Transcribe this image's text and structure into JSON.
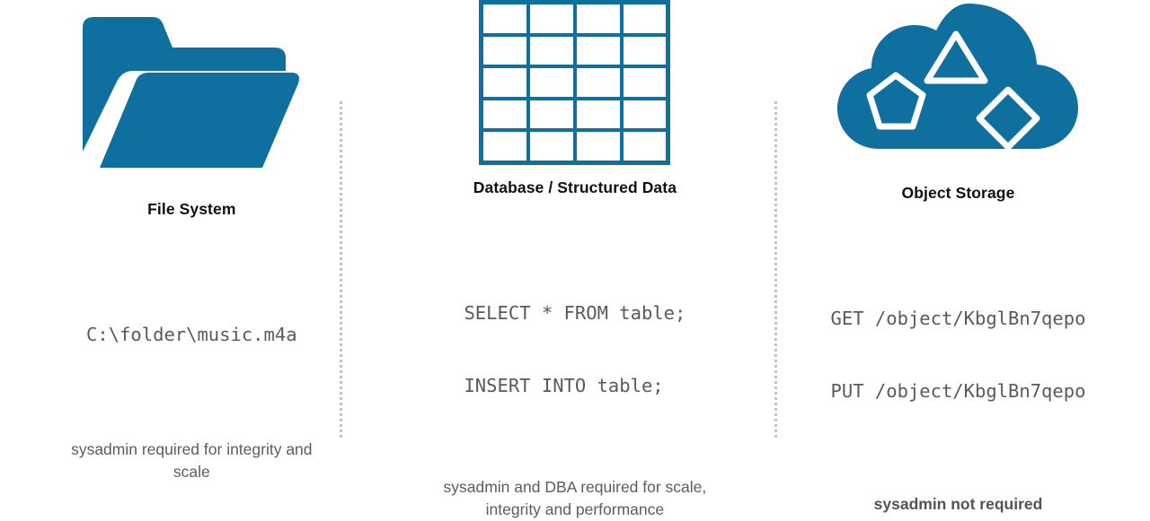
{
  "theme": {
    "accent_color": "#0f6f9e",
    "heading_color": "#101010",
    "body_text_color": "#5c5c5c",
    "code_text_color": "#5a5a5a",
    "divider_color": "#c3c3c3",
    "background_color": "#ffffff"
  },
  "columns": [
    {
      "id": "file-system",
      "icon": "folder-open-icon",
      "heading": "File System",
      "code_lines": [
        "C:\\folder\\music.m4a"
      ],
      "description": "sysadmin required for integrity and scale",
      "description_bold": false
    },
    {
      "id": "database",
      "icon": "table-grid-icon",
      "heading": "Database / Structured Data",
      "code_lines": [
        "SELECT * FROM table;",
        "INSERT INTO table;"
      ],
      "description": "sysadmin and DBA required for scale, integrity and performance",
      "description_bold": false
    },
    {
      "id": "object-storage",
      "icon": "cloud-shapes-icon",
      "heading": "Object Storage",
      "code_lines": [
        "GET /object/KbglBn7qepo",
        "PUT /object/KbglBn7qepo"
      ],
      "description": "sysadmin not required",
      "description_bold": true
    }
  ],
  "grid_icon": {
    "columns": 4,
    "rows": 5
  },
  "cloud_icon": {
    "shapes": [
      "triangle-outline",
      "pentagon-outline",
      "diamond-outline"
    ]
  }
}
